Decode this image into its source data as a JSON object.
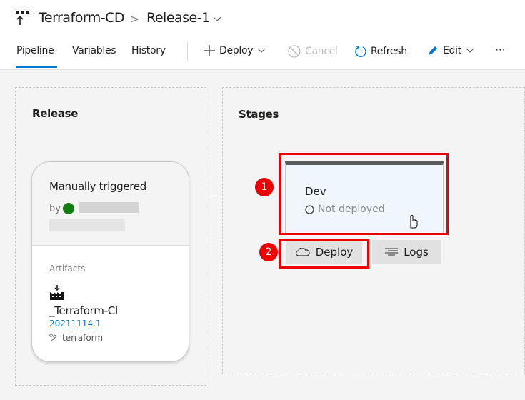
{
  "header": {
    "pipeline_name": "Terraform-CD",
    "separator": ">",
    "release_name": "Release-1"
  },
  "tabs": [
    {
      "label": "Pipeline",
      "active": true
    },
    {
      "label": "Variables"
    },
    {
      "label": "History"
    }
  ],
  "toolbar": {
    "deploy": "Deploy",
    "cancel": "Cancel",
    "refresh": "Refresh",
    "edit": "Edit",
    "more": "···"
  },
  "release": {
    "heading": "Release",
    "trigger": "Manually triggered",
    "by": "by",
    "artifacts_label": "Artifacts",
    "artifact_name": "_Terraform-CI",
    "artifact_version": "20211114.1",
    "branch": "terraform"
  },
  "stages": {
    "heading": "Stages",
    "stage_name": "Dev",
    "stage_status": "Not deployed",
    "deploy_button": "Deploy",
    "logs_button": "Logs"
  },
  "annotations": [
    "1",
    "2"
  ],
  "colors": {
    "accent": "#0078d4",
    "highlight": "#e00000",
    "avatar": "#107c10"
  }
}
